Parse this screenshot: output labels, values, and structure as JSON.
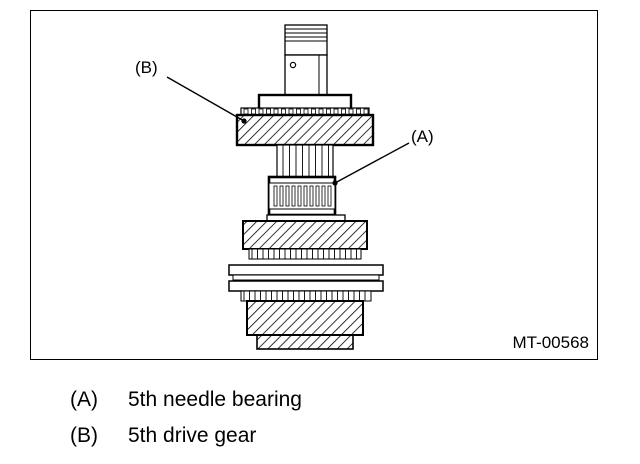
{
  "figure": {
    "code": "MT-00568",
    "callouts": [
      {
        "key": "(A)"
      },
      {
        "key": "(B)"
      }
    ]
  },
  "legend": [
    {
      "key": "(A)",
      "label": "5th needle bearing"
    },
    {
      "key": "(B)",
      "label": "5th drive gear"
    }
  ]
}
